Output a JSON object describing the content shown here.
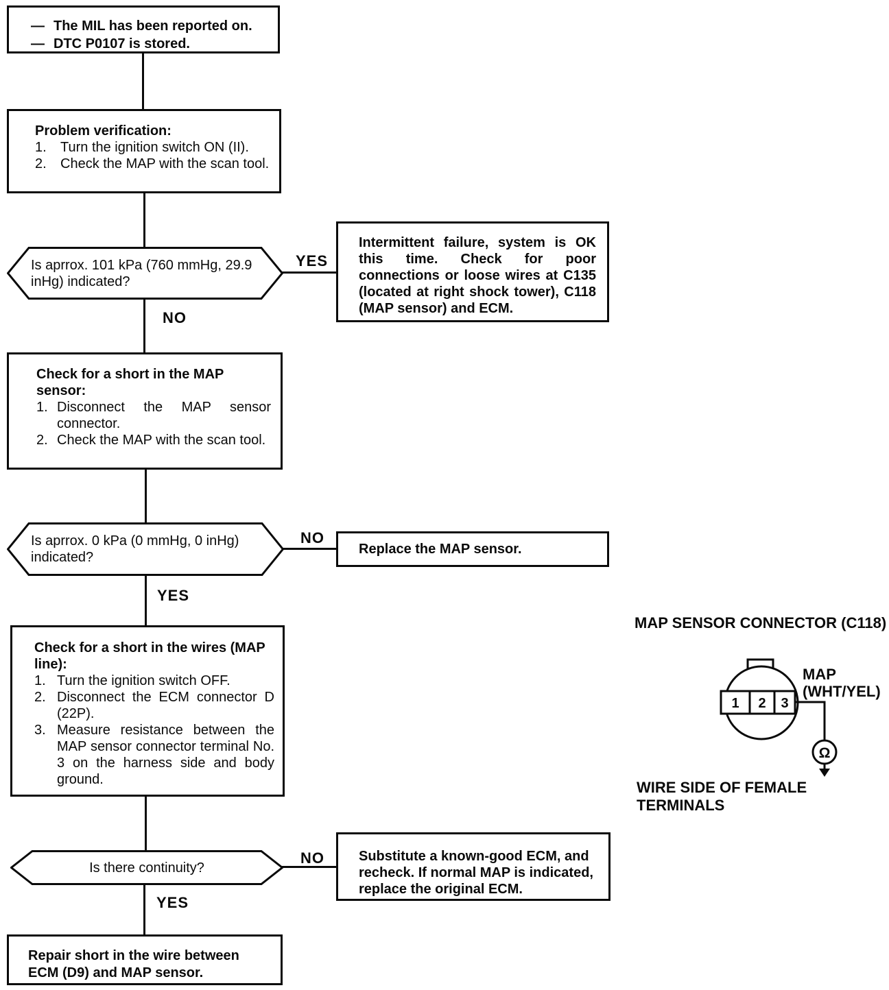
{
  "page": {
    "background": "#ffffff",
    "ink": "#0a0a0a"
  },
  "flowchart": {
    "start": {
      "dash": "—",
      "line1": "The MIL has been reported on.",
      "line2": "DTC P0107 is stored."
    },
    "problem_verification": {
      "title": "Problem verification:",
      "steps": [
        {
          "num": "1.",
          "text": "Turn the ignition switch ON (II)."
        },
        {
          "num": "2.",
          "text": "Check the MAP with the scan tool."
        }
      ]
    },
    "decision_101kpa": {
      "question": "Is aprrox. 101 kPa (760 mmHg, 29.9 inHg) indicated?",
      "yes_label": "YES",
      "no_label": "NO"
    },
    "intermittent_failure": {
      "text": "Intermittent failure, system is OK this time. Check for poor connections or loose wires at C135 (located at right shock tower), C118 (MAP sensor) and ECM."
    },
    "check_short_sensor": {
      "title": "Check for a short in the MAP sensor:",
      "steps": [
        {
          "num": "1.",
          "text": "Disconnect the MAP sensor connector."
        },
        {
          "num": "2.",
          "text": "Check the MAP with the scan tool."
        }
      ]
    },
    "decision_0kpa": {
      "question": "Is aprrox. 0 kPa (0 mmHg, 0 inHg) indicated?",
      "yes_label": "YES",
      "no_label": "NO"
    },
    "replace_sensor": {
      "text": "Replace the MAP sensor."
    },
    "check_short_wires": {
      "title": "Check for a short in the wires (MAP line):",
      "steps": [
        {
          "num": "1.",
          "text": "Turn the ignition switch OFF."
        },
        {
          "num": "2.",
          "text": "Disconnect the ECM connector D (22P)."
        },
        {
          "num": "3.",
          "text": "Measure resistance between the MAP sensor connector terminal No. 3 on the harness side and body ground."
        }
      ]
    },
    "decision_continuity": {
      "question": "Is there continuity?",
      "yes_label": "YES",
      "no_label": "NO"
    },
    "substitute_ecm": {
      "text": "Substitute a known-good ECM, and recheck. If normal MAP is indicated, replace the original ECM."
    },
    "repair_short": {
      "text": "Repair short in the wire between ECM (D9) and MAP sensor."
    }
  },
  "connector_diagram": {
    "title": "MAP SENSOR CONNECTOR (C118)",
    "terminals": [
      "1",
      "2",
      "3"
    ],
    "wire_label_line1": "MAP",
    "wire_label_line2": "(WHT/YEL)",
    "meter_symbol": "Ω",
    "caption": "WIRE SIDE OF FEMALE TERMINALS"
  }
}
